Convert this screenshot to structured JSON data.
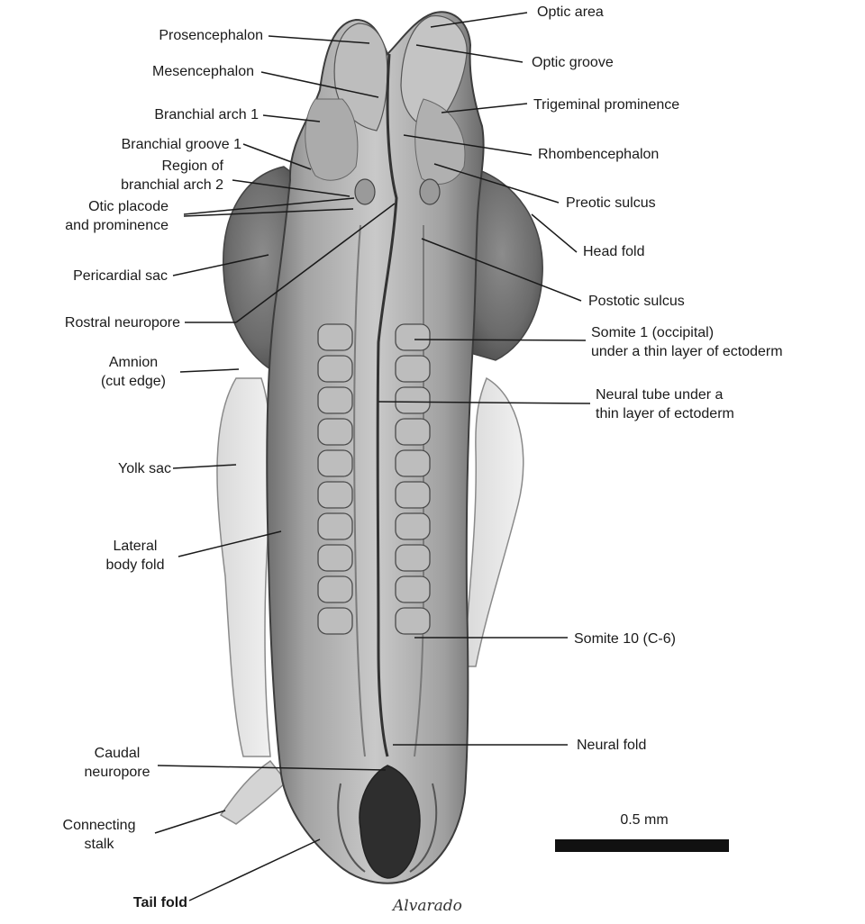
{
  "diagram": {
    "left_labels": [
      {
        "id": "prosencephalon",
        "text": "Prosencephalon"
      },
      {
        "id": "mesencephalon",
        "text": "Mesencephalon"
      },
      {
        "id": "branchial-arch-1",
        "text": "Branchial arch 1"
      },
      {
        "id": "branchial-groove-1",
        "text": "Branchial groove 1"
      },
      {
        "id": "region-branchial-arch-2",
        "text": "Region of\nbranchial arch 2"
      },
      {
        "id": "otic-placode",
        "text": "Otic placode\nand prominence"
      },
      {
        "id": "pericardial-sac",
        "text": "Pericardial sac"
      },
      {
        "id": "rostral-neuropore",
        "text": "Rostral neuropore"
      },
      {
        "id": "amnion",
        "text": "Amnion\n(cut edge)"
      },
      {
        "id": "yolk-sac",
        "text": "Yolk sac"
      },
      {
        "id": "lateral-body-fold",
        "text": "Lateral\nbody fold"
      },
      {
        "id": "caudal-neuropore",
        "text": "Caudal\nneuropore"
      },
      {
        "id": "connecting-stalk",
        "text": "Connecting\nstalk"
      },
      {
        "id": "tail-fold",
        "text": "Tail fold"
      }
    ],
    "right_labels": [
      {
        "id": "optic-area",
        "text": "Optic area"
      },
      {
        "id": "optic-groove",
        "text": "Optic groove"
      },
      {
        "id": "trigeminal-prominence",
        "text": "Trigeminal prominence"
      },
      {
        "id": "rhombencephalon",
        "text": "Rhombencephalon"
      },
      {
        "id": "preotic-sulcus",
        "text": "Preotic sulcus"
      },
      {
        "id": "head-fold",
        "text": "Head fold"
      },
      {
        "id": "postotic-sulcus",
        "text": "Postotic sulcus"
      },
      {
        "id": "somite-1",
        "text": "Somite 1 (occipital)\nunder a thin layer of ectoderm"
      },
      {
        "id": "neural-tube",
        "text": "Neural tube under a\nthin layer of ectoderm"
      },
      {
        "id": "somite-10",
        "text": "Somite 10 (C-6)"
      },
      {
        "id": "neural-fold",
        "text": "Neural fold"
      }
    ],
    "scale_bar": {
      "label": "0.5 mm"
    },
    "signature": "Alvarado"
  },
  "colors": {
    "ink": "#1a1a1a",
    "embryo_light": "#e6e6e6",
    "embryo_mid": "#a9a9a9",
    "embryo_dark": "#5e5e5e"
  }
}
